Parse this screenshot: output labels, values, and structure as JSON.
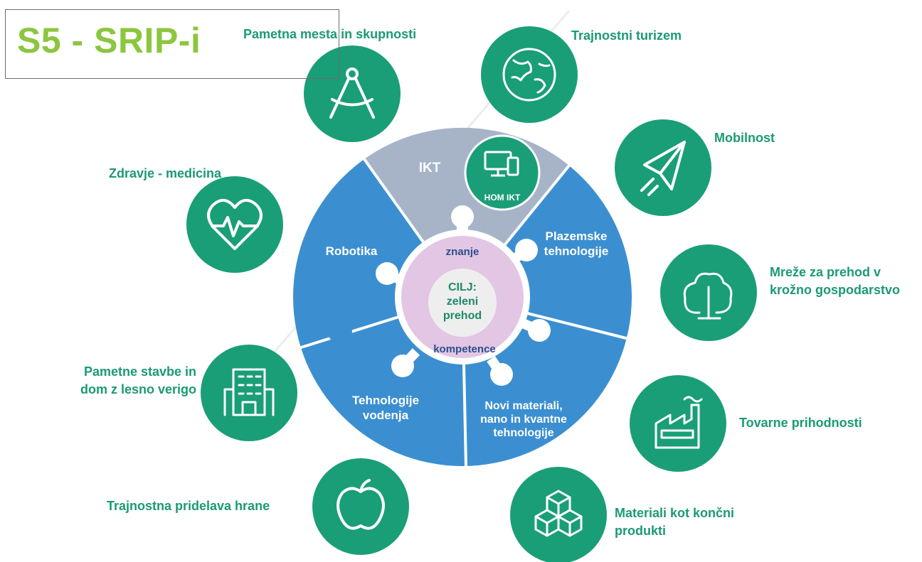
{
  "title": "S5 - SRIP-i",
  "colors": {
    "circle_green": "#1a9e78",
    "label_green": "#1b9a74",
    "wheel_blue": "#3b8fd1",
    "ikt_grey": "#a7b4c8",
    "center_ring": "#e2c6e3",
    "center_core": "#eeeeee",
    "title_green": "#8cc63f"
  },
  "wheel": {
    "ikt": "IKT",
    "hom_ikt": "HOM IKT",
    "plazemske": "Plazemske\ntehnologije",
    "robotika": "Robotika",
    "tehnologije_vodenja": "Tehnologije\nvodenja",
    "novi_materiali": "Novi materiali,\nnano in kvantne\ntehnologije"
  },
  "center": {
    "znanje": "znanje",
    "goal": "CILJ:\nzeleni\nprehod",
    "kompetence": "kompetence"
  },
  "domains": [
    {
      "label": "Pametna mesta in skupnosti",
      "icon": "compass-drafting-icon"
    },
    {
      "label": "Trajnostni turizem",
      "icon": "globe-icon"
    },
    {
      "label": "Mobilnost",
      "icon": "paper-plane-icon"
    },
    {
      "label": "Mreže za prehod v\nkrožno gospodarstvo",
      "icon": "trees-icon"
    },
    {
      "label": "Tovarne prihodnosti",
      "icon": "factory-icon"
    },
    {
      "label": "Materiali kot končni\nprodukti",
      "icon": "cubes-icon"
    },
    {
      "label": "Trajnostna pridelava hrane",
      "icon": "apple-icon"
    },
    {
      "label": "Pametne stavbe in\ndom z lesno verigo",
      "icon": "building-icon"
    },
    {
      "label": "Zdravje - medicina",
      "icon": "heart-pulse-icon"
    }
  ]
}
